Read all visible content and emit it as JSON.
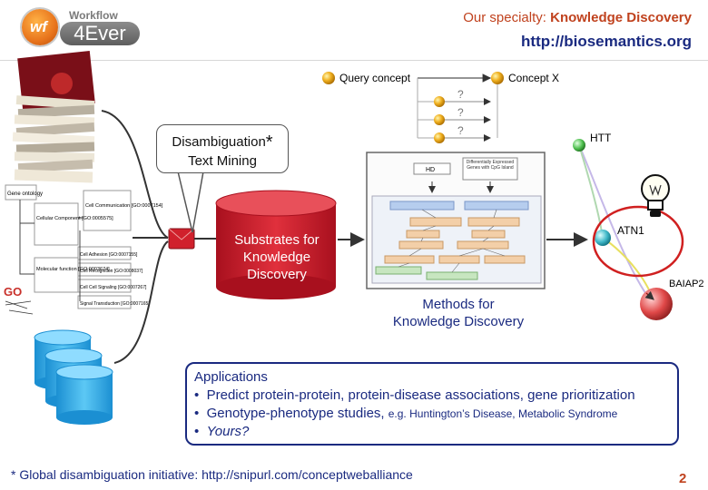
{
  "header": {
    "logo_small": "Workflow",
    "logo_main": "4Ever",
    "logo_badge": "wf",
    "specialty_prefix": "Our specialty: ",
    "specialty_bold": "Knowledge Discovery",
    "url": "http://biosemantics.org"
  },
  "query": {
    "concept_label": "Query concept",
    "target_label": "Concept X",
    "question_mark": "?"
  },
  "callout": {
    "line1": "Disambiguation",
    "asterisk": "*",
    "line2": "Text Mining"
  },
  "database": {
    "line1": "Substrates for",
    "line2": "Knowledge",
    "line3": "Discovery"
  },
  "workflow_box": {
    "header_right": "Differentially Expressed Genes with CpG Island",
    "header_left": "HD",
    "caption_line1": "Methods for",
    "caption_line2": "Knowledge Discovery"
  },
  "network": {
    "node1": "HTT",
    "node2": "ATN1",
    "node3": "BAIAP2"
  },
  "gene_ontology": {
    "title": "Gene ontology",
    "cellular_component": "Cellular Component [GO:0005575]",
    "molecular_function": "Molecular function [GO:0003674]",
    "cell_communication": "Cell Communication [GO:0007154]",
    "cell_adhesion": "Cell Adhesion [GO:0007155]",
    "cell_recognition": "Cell Recognition [GO:0008037]",
    "cell_cell_signaling": "Cell Cell Signaling [GO:0007267]",
    "signal_transduction": "Signal Transduction [GO:0007165]",
    "go_logo": "GO"
  },
  "applications": {
    "title": "Applications",
    "bullet": "•",
    "item1": "Predict protein-protein, protein-disease associations, gene prioritization",
    "item2_main": "Genotype-phenotype studies,",
    "item2_small": "e.g. Huntington’s Disease, Metabolic Syndrome",
    "item3": "Yours?"
  },
  "footer": {
    "note": "* Global disambiguation initiative: http://snipurl.com/conceptweballiance",
    "page_number": "2"
  }
}
